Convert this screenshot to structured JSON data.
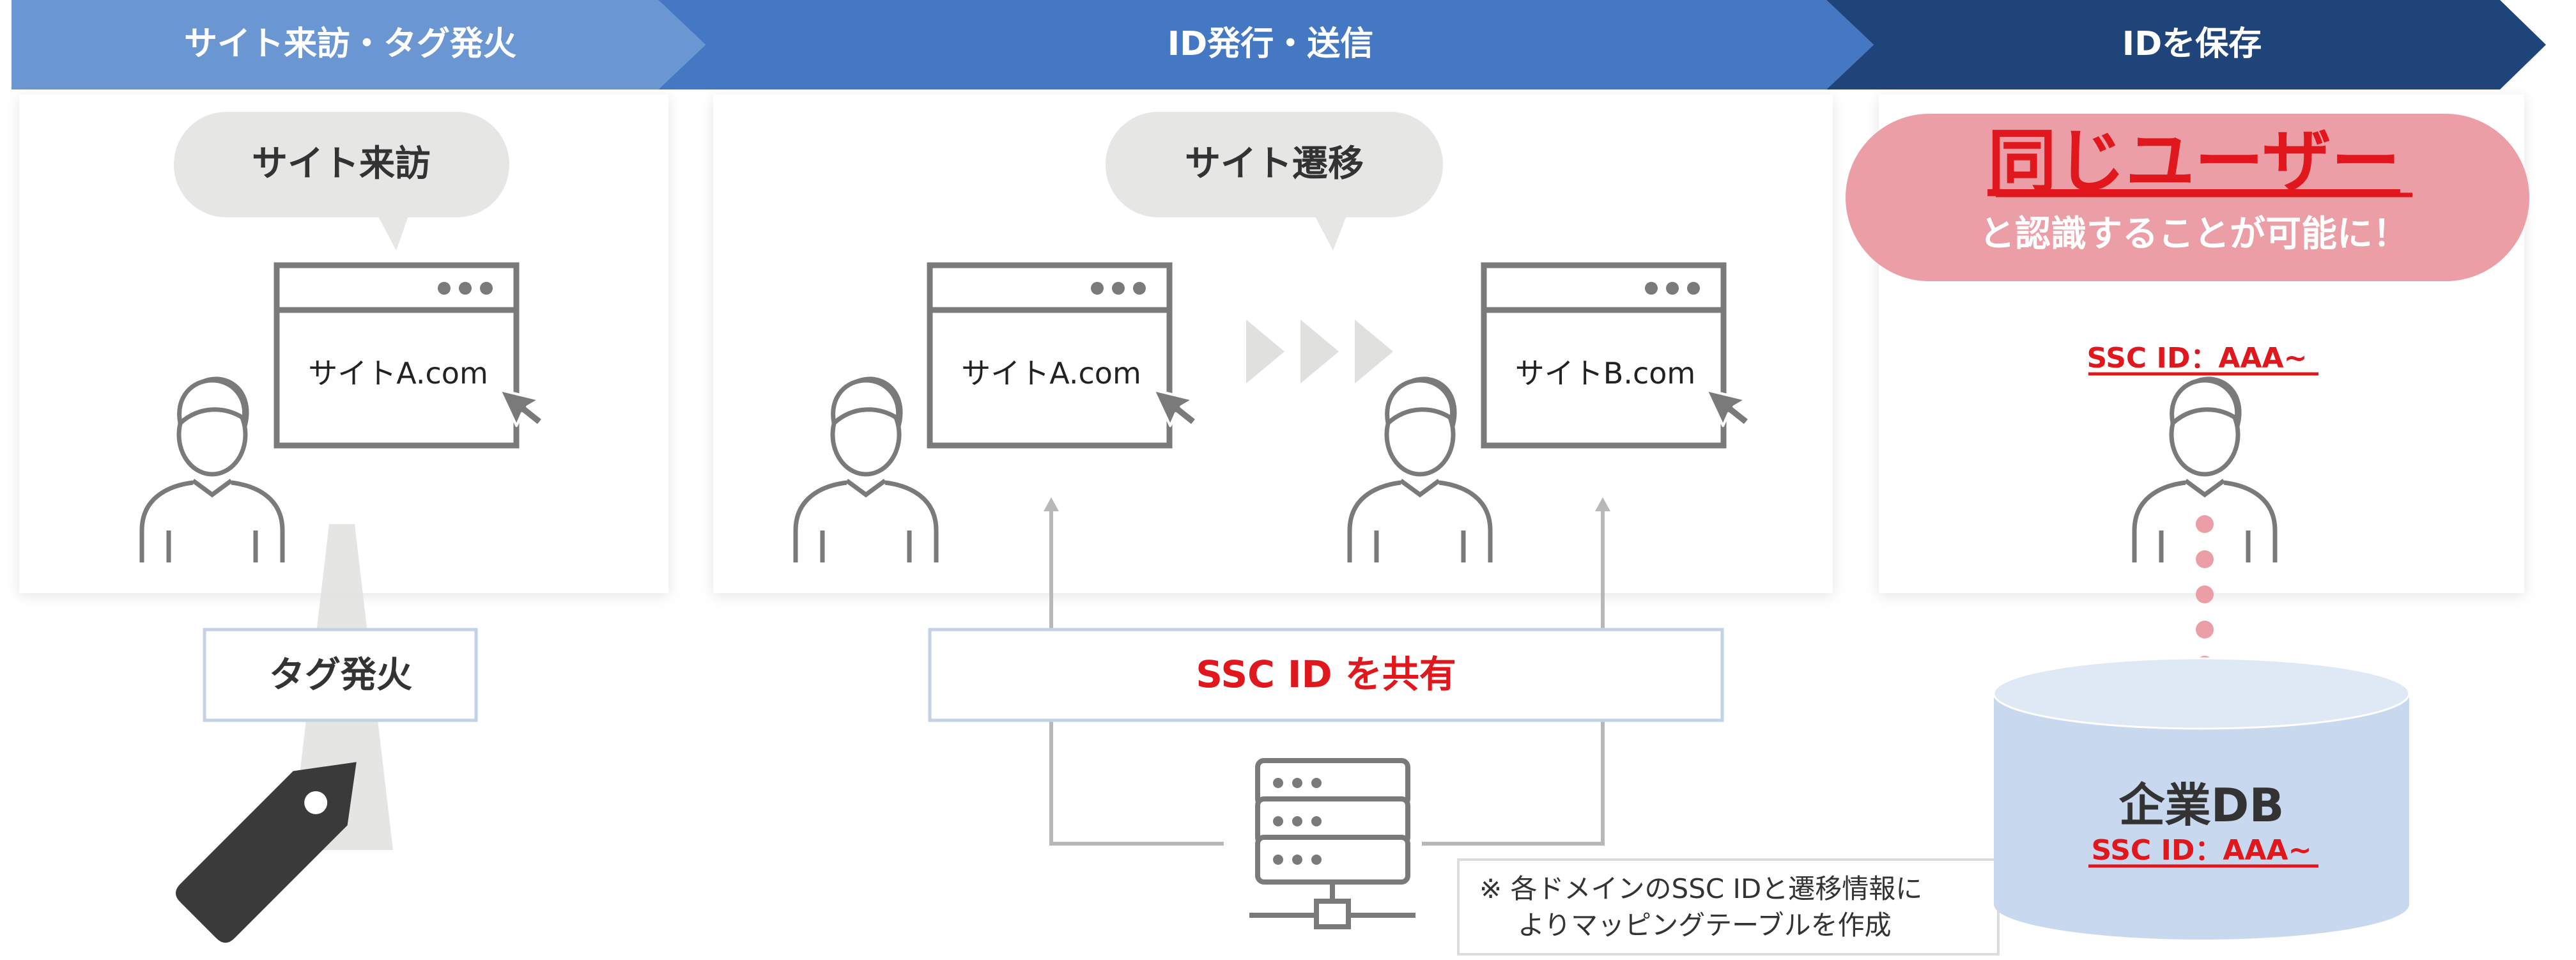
{
  "steps": [
    {
      "label": "サイト来訪・タグ発火"
    },
    {
      "label": "ID発行・送信"
    },
    {
      "label": "IDを保存"
    }
  ],
  "visit_bubble": "サイト来訪",
  "transition_bubble": "サイト遷移",
  "browsers": {
    "visit": "サイトA.com",
    "site_a": "サイトA.com",
    "site_b": "サイトB.com"
  },
  "tag_fire": "タグ発火",
  "share_id": "SSC ID を共有",
  "note_lines": [
    "※ 各ドメインのSSC IDと遷移情報に",
    "よりマッピングテーブルを作成"
  ],
  "result": {
    "headline": "同じユーザー",
    "subline": "と認識することが可能に！"
  },
  "ssc_user_id": "SSC ID：AAA~",
  "database": {
    "label": "企業DB",
    "id": "SSC ID：AAA~"
  },
  "colors": {
    "step1": "#6a97d2",
    "step2": "#4478c2",
    "step3": "#1f4479",
    "accent_red": "#e0181d",
    "bubble_pink": "#ec9ea6",
    "bubble_gray": "#e6e6e4",
    "db_fill": "#c8d8ef",
    "icon_gray": "#7a7a7a"
  }
}
